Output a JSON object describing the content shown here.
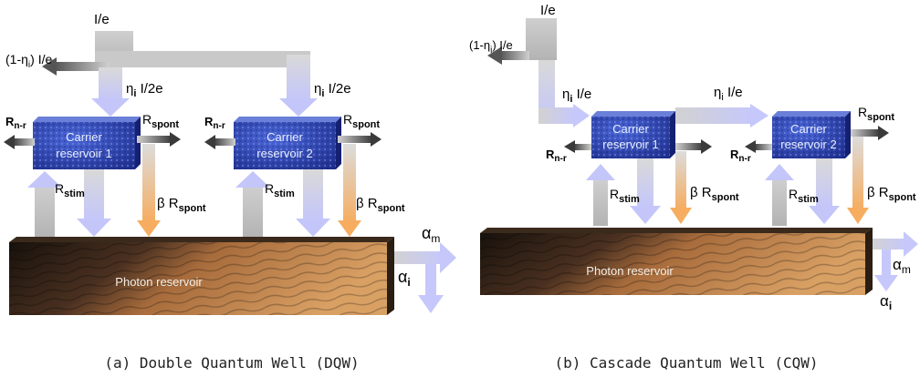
{
  "panel_a": {
    "input": "I/e",
    "loss": "(1-η",
    "loss_sub": "i",
    "loss_tail": ") I/e",
    "inj_eta": "η",
    "inj_sub": "i",
    "inj_tail": " I/2e",
    "reservoir1": [
      "Carrier",
      "reservoir 1"
    ],
    "reservoir2": [
      "Carrier",
      "reservoir 2"
    ],
    "r_nr": "R",
    "r_nr_sub": "n-r",
    "r_spont": "R",
    "r_spont_sub": "spont",
    "r_stim": "R",
    "r_stim_sub": "stim",
    "beta": "β R",
    "beta_sub": "spont",
    "photon": "Photon reservoir",
    "alpha_m": "α",
    "alpha_m_sub": "m",
    "alpha_i": "α",
    "alpha_i_sub": "i",
    "caption": "(a) Double Quantum Well (DQW)"
  },
  "panel_b": {
    "input": "I/e",
    "loss": "(1-η",
    "loss_sub": "i",
    "loss_tail": ") I/e",
    "inj_eta": "η",
    "inj_sub": "i",
    "inj_tail": " I/e",
    "reservoir1": [
      "Carrier",
      "reservoir 1"
    ],
    "reservoir2": [
      "Carrier",
      "reservoir 2"
    ],
    "r_nr": "R",
    "r_nr_sub": "n-r",
    "r_spont": "R",
    "r_spont_sub": "spont",
    "r_stim": "R",
    "r_stim_sub": "stim",
    "beta": "β R",
    "beta_sub": "spont",
    "photon": "Photon reservoir",
    "alpha_m": "α",
    "alpha_m_sub": "m",
    "alpha_i": "α",
    "alpha_i_sub": "i",
    "caption": "(b) Cascade Quantum Well (CQW)"
  },
  "colors": {
    "gray_arrow": "#bdbdbd",
    "blue_arrow": "#c8ccf6",
    "orange_arrow": "#f4b070",
    "reservoir_blue": "#2a3fa8",
    "sand_dark": "#2a1e14",
    "sand_light": "#d39a5c"
  }
}
